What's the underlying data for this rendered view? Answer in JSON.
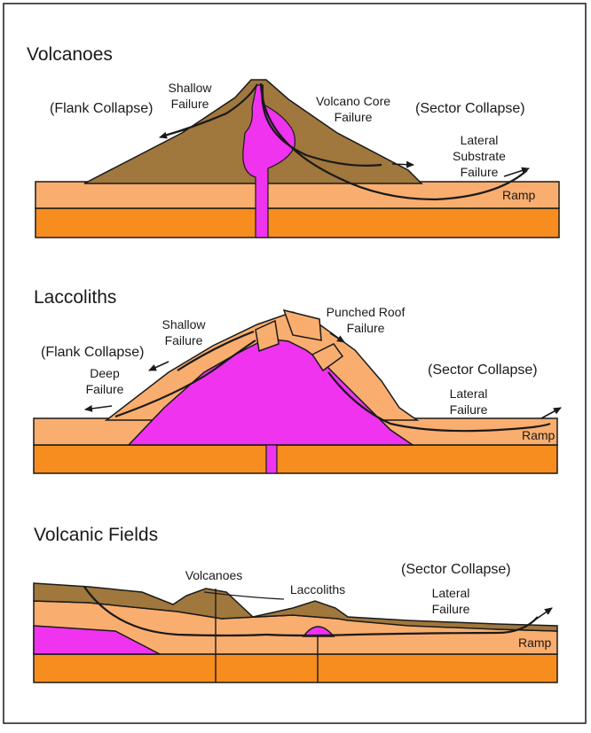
{
  "colors": {
    "rock_brown": "#a0773c",
    "sediment_light": "#f9ae6f",
    "basement_orange": "#f78d1e",
    "magma_magenta": "#ef33ef",
    "outline": "#1a1a1a"
  },
  "volcanoes": {
    "heading": "Volcanoes",
    "flank_collapse": "(Flank Collapse)",
    "shallow_failure_1": "Shallow",
    "shallow_failure_2": "Failure",
    "core_failure_1": "Volcano Core",
    "core_failure_2": "Failure",
    "sector_collapse": "(Sector Collapse)",
    "lateral_1": "Lateral",
    "lateral_2": "Substrate",
    "lateral_3": "Failure",
    "ramp": "Ramp"
  },
  "laccoliths": {
    "heading": "Laccoliths",
    "shallow_failure_1": "Shallow",
    "shallow_failure_2": "Failure",
    "punched_roof_1": "Punched Roof",
    "punched_roof_2": "Failure",
    "flank_collapse": "(Flank Collapse)",
    "deep_failure_1": "Deep",
    "deep_failure_2": "Failure",
    "sector_collapse": "(Sector Collapse)",
    "lateral_1": "Lateral",
    "lateral_2": "Failure",
    "ramp": "Ramp"
  },
  "volcanic_fields": {
    "heading": "Volcanic Fields",
    "volcanoes": "Volcanoes",
    "laccoliths": "Laccoliths",
    "sector_collapse": "(Sector Collapse)",
    "lateral_1": "Lateral",
    "lateral_2": "Failure",
    "ramp": "Ramp"
  }
}
